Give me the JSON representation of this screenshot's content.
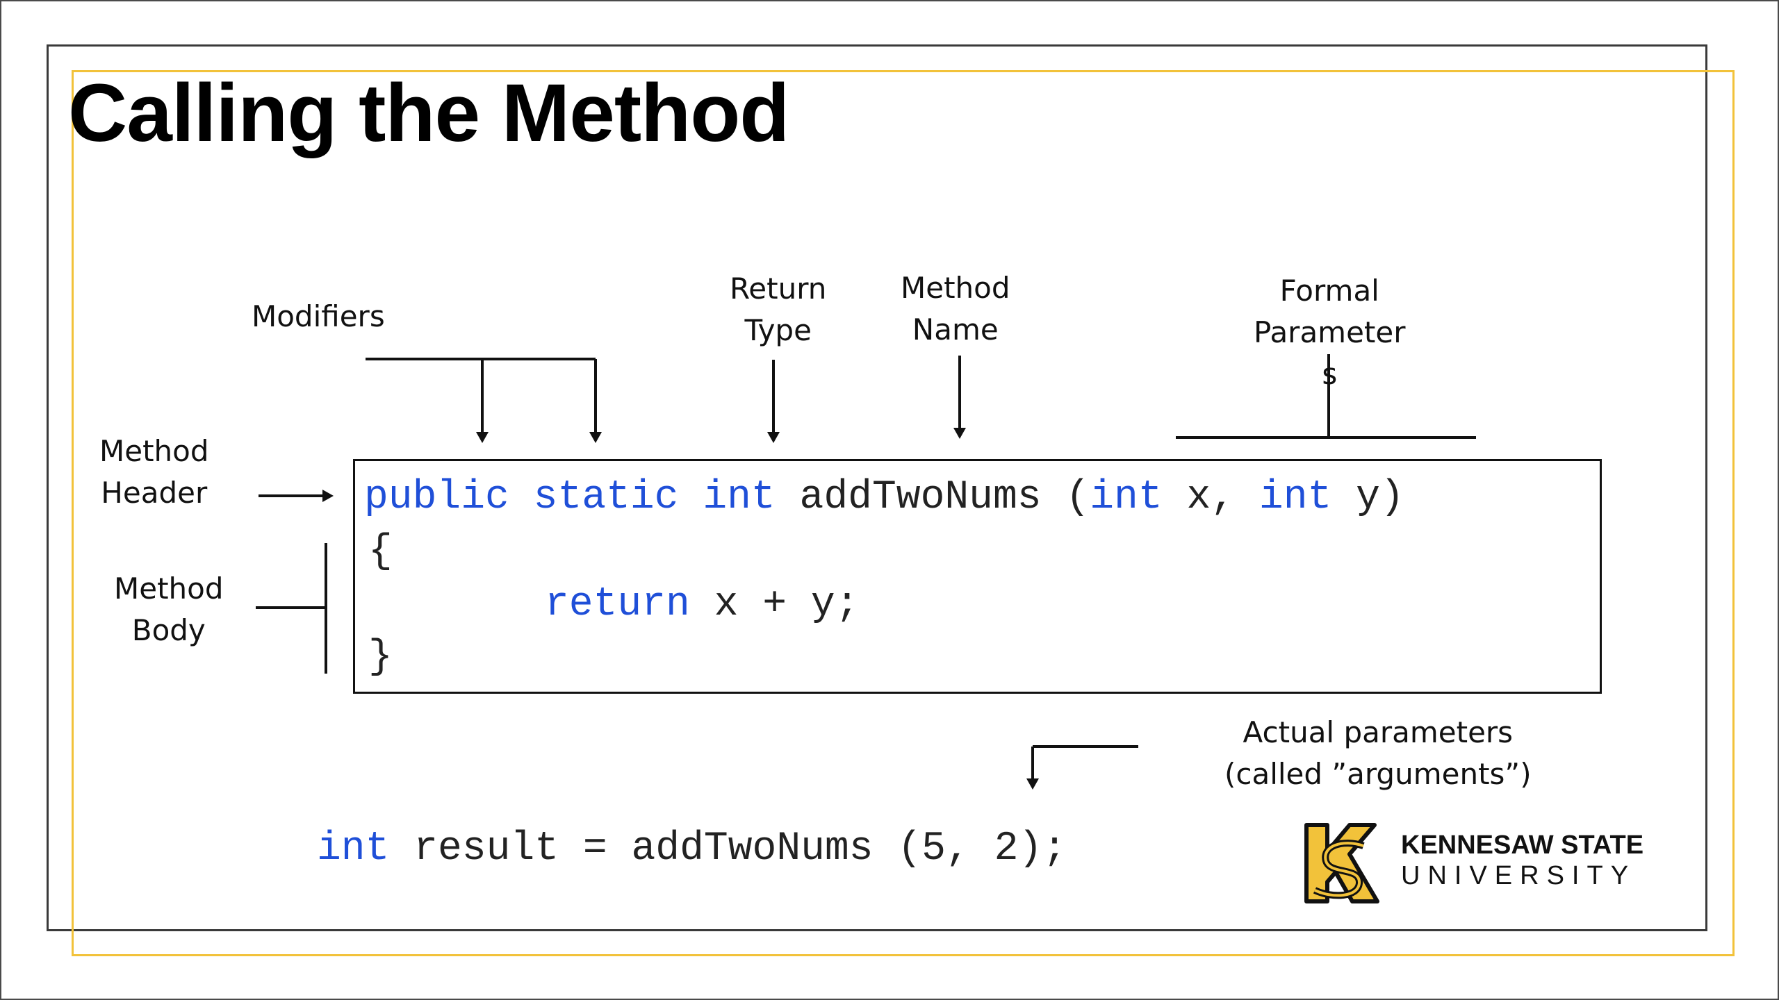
{
  "slide": {
    "title": "Calling the Method"
  },
  "labels": {
    "modifiers": "Modifiers",
    "return_type": "Return\nType",
    "method_name": "Method\nName",
    "formal_parameters": "Formal\nParameter\ns",
    "method_header": "Method\nHeader",
    "method_body": "Method\nBody",
    "actual_parameters": "Actual parameters\n(called ”arguments”)"
  },
  "code": {
    "header": {
      "modifier_public": "public",
      "modifier_static": "static",
      "return_type": "int",
      "method_name": "addTwoNums",
      "open_paren": "(",
      "param1_type": "int",
      "param1_name": "x,",
      "param2_type": "int",
      "param2_name": "y)"
    },
    "open_brace": "{",
    "return_keyword": "return",
    "return_expr": "x + y;",
    "close_brace": "}",
    "call": {
      "type": "int",
      "rest": "result = addTwoNums (5, 2);"
    }
  },
  "logo": {
    "line1": "KENNESAW STATE",
    "line2": "UNIVERSITY",
    "colors": {
      "gold": "#f2c23a",
      "black": "#111111"
    }
  },
  "colors": {
    "keyword": "#1f4fd8",
    "accent_frame": "#f2c23a"
  }
}
